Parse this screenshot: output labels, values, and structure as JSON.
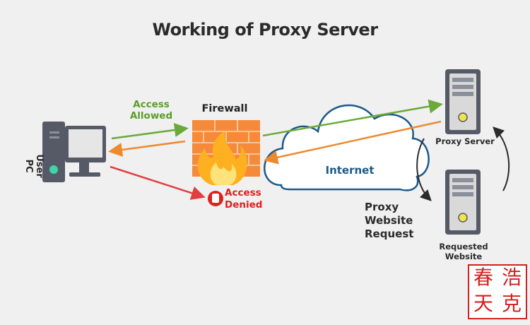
{
  "title": "Working of Proxy Server",
  "labels": {
    "access_allowed": "Access Allowed",
    "firewall": "Firewall",
    "access_denied": "Access Denied",
    "internet": "Internet",
    "proxy_website_request": "Proxy Website Request",
    "proxy_server": "Proxy Server",
    "requested_website": "Requested Website",
    "user_pc": "User PC"
  },
  "seal_text": "春浩天克",
  "colors": {
    "allowed_arrow": "#6aaa3a",
    "response_arrow": "#ee8a2e",
    "denied_arrow": "#e04040",
    "internet_text": "#1c5a8a",
    "firewall_brick": "#f58a3a",
    "server_body": "#565a66",
    "pc_body": "#565a66",
    "seal": "#d32020"
  }
}
